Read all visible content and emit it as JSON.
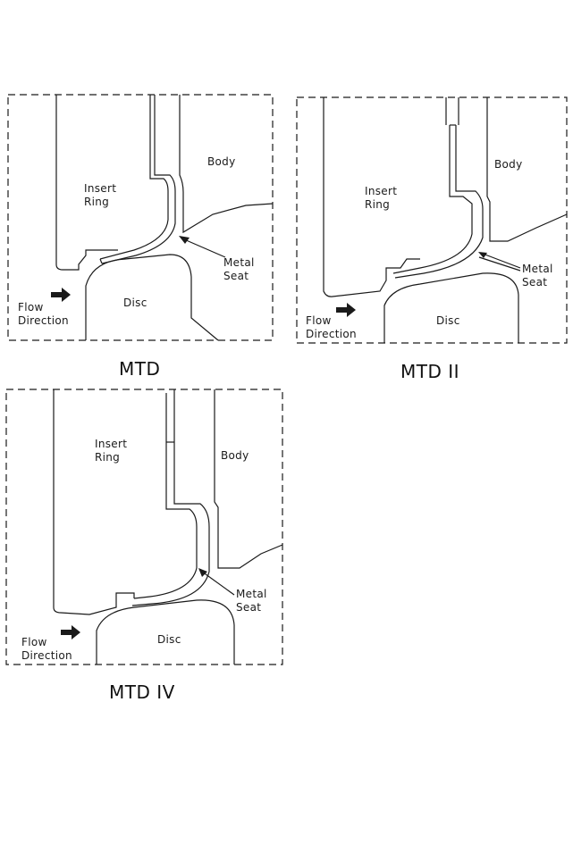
{
  "diagrams": [
    {
      "caption": "MTD",
      "labels": {
        "insert_ring": "Insert\nRing",
        "body": "Body",
        "metal_seat": "Metal\nSeat",
        "disc": "Disc",
        "flow_direction": "Flow\nDirection"
      },
      "icons": {
        "flow_arrow": "right-arrow-icon"
      }
    },
    {
      "caption": "MTD II",
      "labels": {
        "insert_ring": "Insert\nRing",
        "body": "Body",
        "metal_seat": "Metal\nSeat",
        "disc": "Disc",
        "flow_direction": "Flow\nDirection"
      },
      "icons": {
        "flow_arrow": "right-arrow-icon"
      }
    },
    {
      "caption": "MTD IV",
      "labels": {
        "insert_ring": "Insert\nRing",
        "body": "Body",
        "metal_seat": "Metal\nSeat",
        "disc": "Disc",
        "flow_direction": "Flow\nDirection"
      },
      "icons": {
        "flow_arrow": "right-arrow-icon"
      }
    }
  ],
  "colors": {
    "line": "#1a1a1a",
    "background": "#ffffff"
  }
}
